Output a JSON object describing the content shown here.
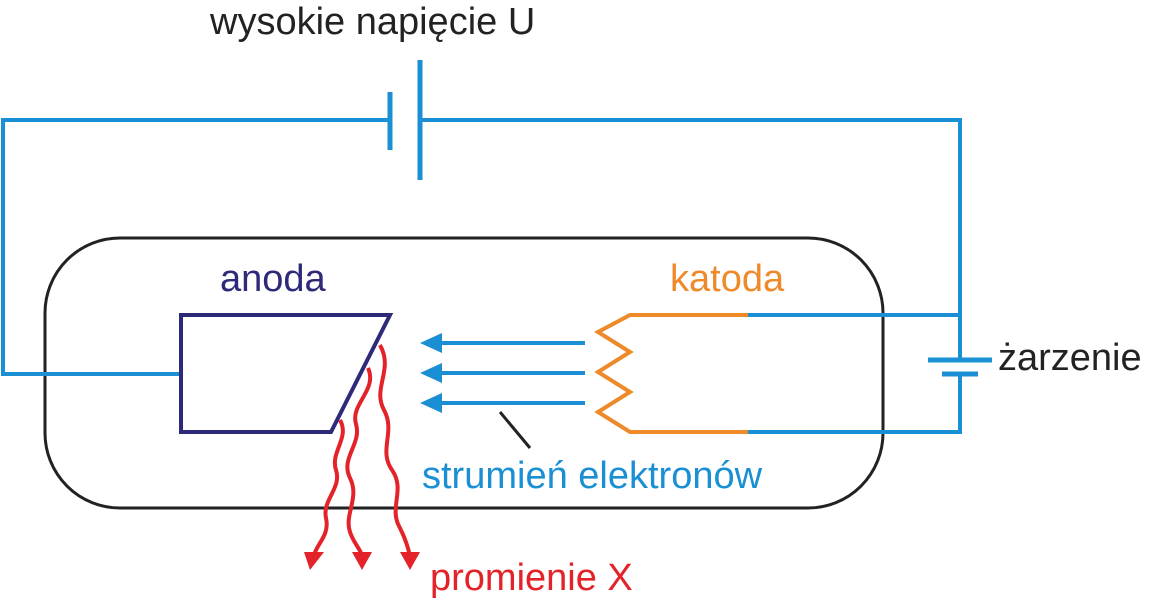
{
  "labels": {
    "high_voltage": "wysokie napięcie U",
    "anode": "anoda",
    "cathode": "katoda",
    "heating": "żarzenie",
    "electron_stream": "strumień elektronów",
    "xrays": "promienie X"
  },
  "colors": {
    "wire": "#1a8fd4",
    "anode": "#2e2a7a",
    "cathode": "#ee8a2a",
    "xray": "#e32229",
    "tube_outline": "#222222",
    "text": "#222222"
  }
}
